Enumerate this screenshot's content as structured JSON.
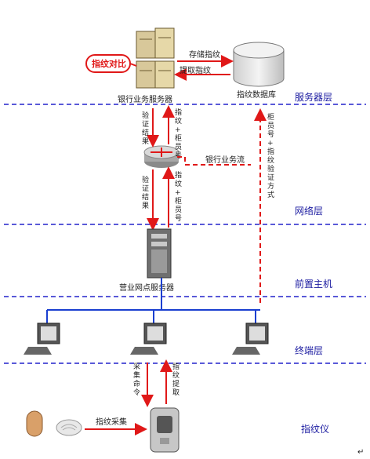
{
  "labels": {
    "fingerprint_compare": "指纹对比",
    "store_fingerprint": "存储指纹",
    "extract_fingerprint": "提取指纹",
    "fingerprint_db": "指纹数据库",
    "bank_server": "银行业务服务器",
    "bank_flow": "银行业务流",
    "branch_server": "营业网点服务器",
    "collect_fingerprint": "指纹采集"
  },
  "vertical_texts": {
    "verify_result_top": "验证结果",
    "fp_teller_top": "指纹+柜员号",
    "verify_result_bottom": "验证结果",
    "fp_teller_bottom": "指纹+柜员号",
    "teller_verify_method": "柜员号+指纹验证方式",
    "collect_command": "采集命令",
    "fp_extract": "指纹提取"
  },
  "layers": {
    "server": "服务器层",
    "network": "网络层",
    "frontend": "前置主机",
    "terminal": "终端层",
    "scanner": "指纹仪"
  },
  "corner_mark": "↵",
  "colors": {
    "layer_text": "#1a1aa0",
    "dashed_line": "#2222cc",
    "red_arrow": "#e01818",
    "blue_line": "#1a3fd0"
  }
}
